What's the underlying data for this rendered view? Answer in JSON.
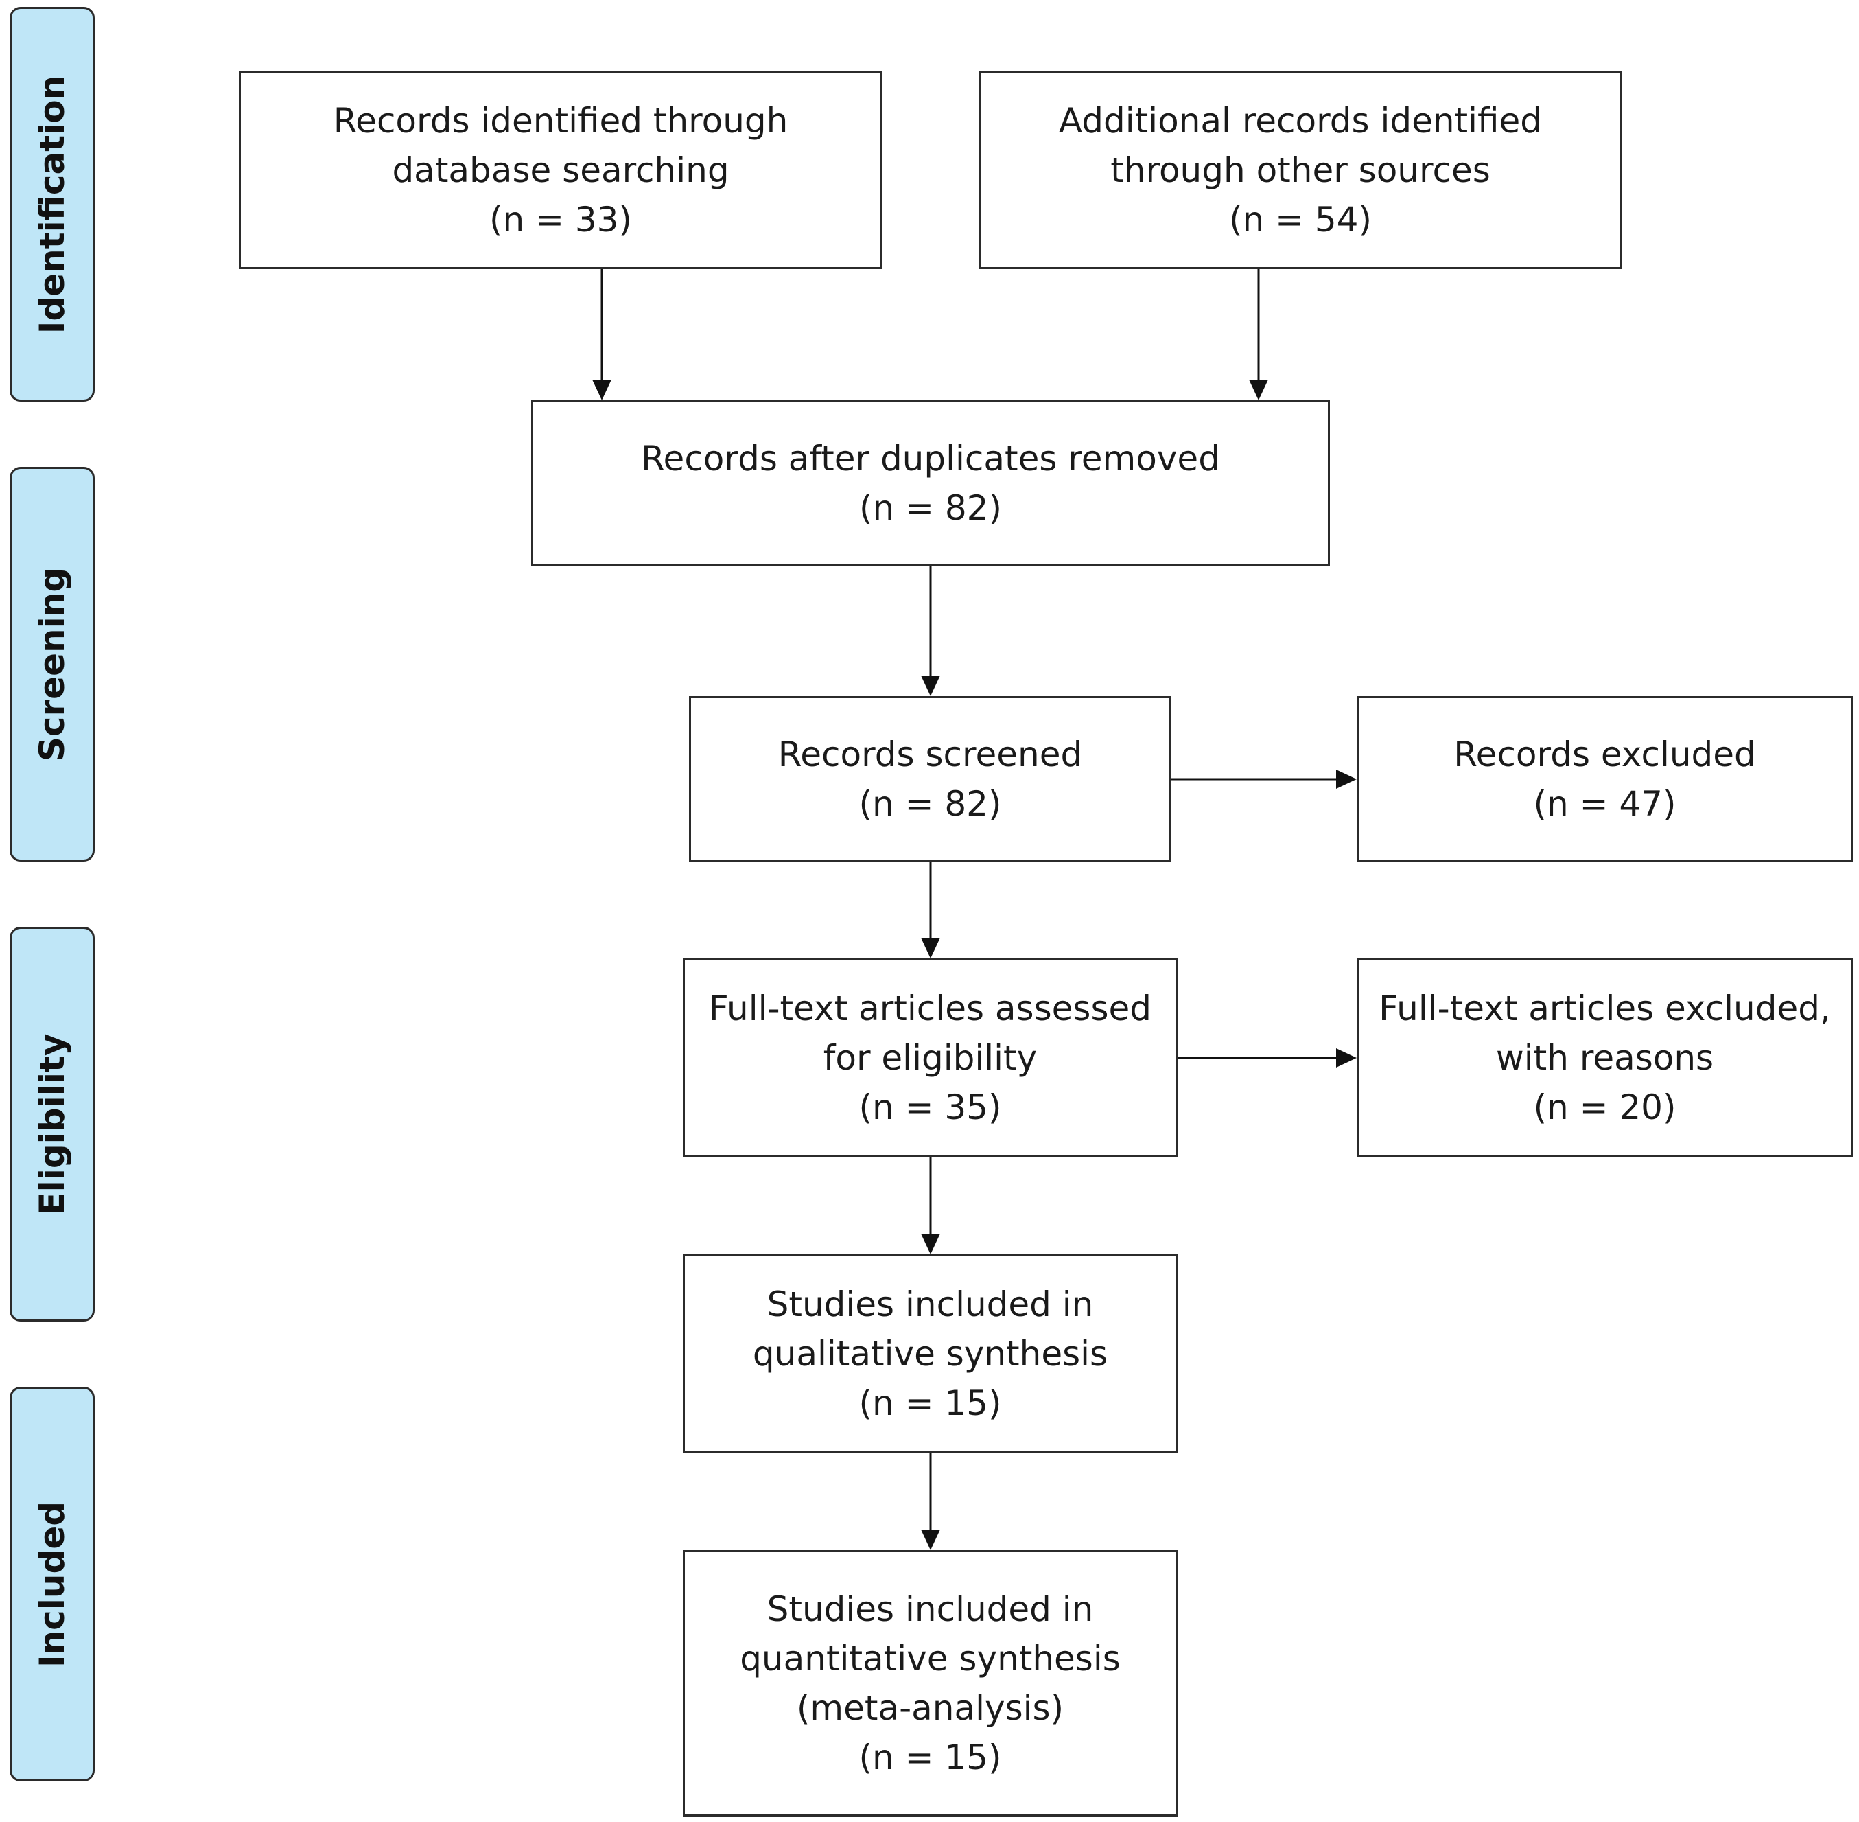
{
  "stages": {
    "identification": "Identification",
    "screening": "Screening",
    "eligibility": "Eligibility",
    "included": "Included"
  },
  "boxes": {
    "database": [
      "Records identified through",
      "database searching",
      "(n = 33)"
    ],
    "other_sources": [
      "Additional records identified",
      "through other sources",
      "(n = 54)"
    ],
    "duplicates_removed": [
      "Records after duplicates removed",
      "(n = 82)"
    ],
    "screened": [
      "Records screened",
      "(n = 82)"
    ],
    "excluded": [
      "Records excluded",
      "(n = 47)"
    ],
    "fulltext_assessed": [
      "Full-text articles assessed",
      "for eligibility",
      "(n = 35)"
    ],
    "fulltext_excluded": [
      "Full-text articles excluded,",
      "with reasons",
      "(n = 20)"
    ],
    "qualitative": [
      "Studies included in",
      "qualitative synthesis",
      "(n = 15)"
    ],
    "quantitative": [
      "Studies included in",
      "quantitative synthesis",
      "(meta-analysis)",
      "(n = 15)"
    ]
  },
  "colors": {
    "stage_fill": "#bfe6f7",
    "stroke": "#2b2b2b"
  }
}
